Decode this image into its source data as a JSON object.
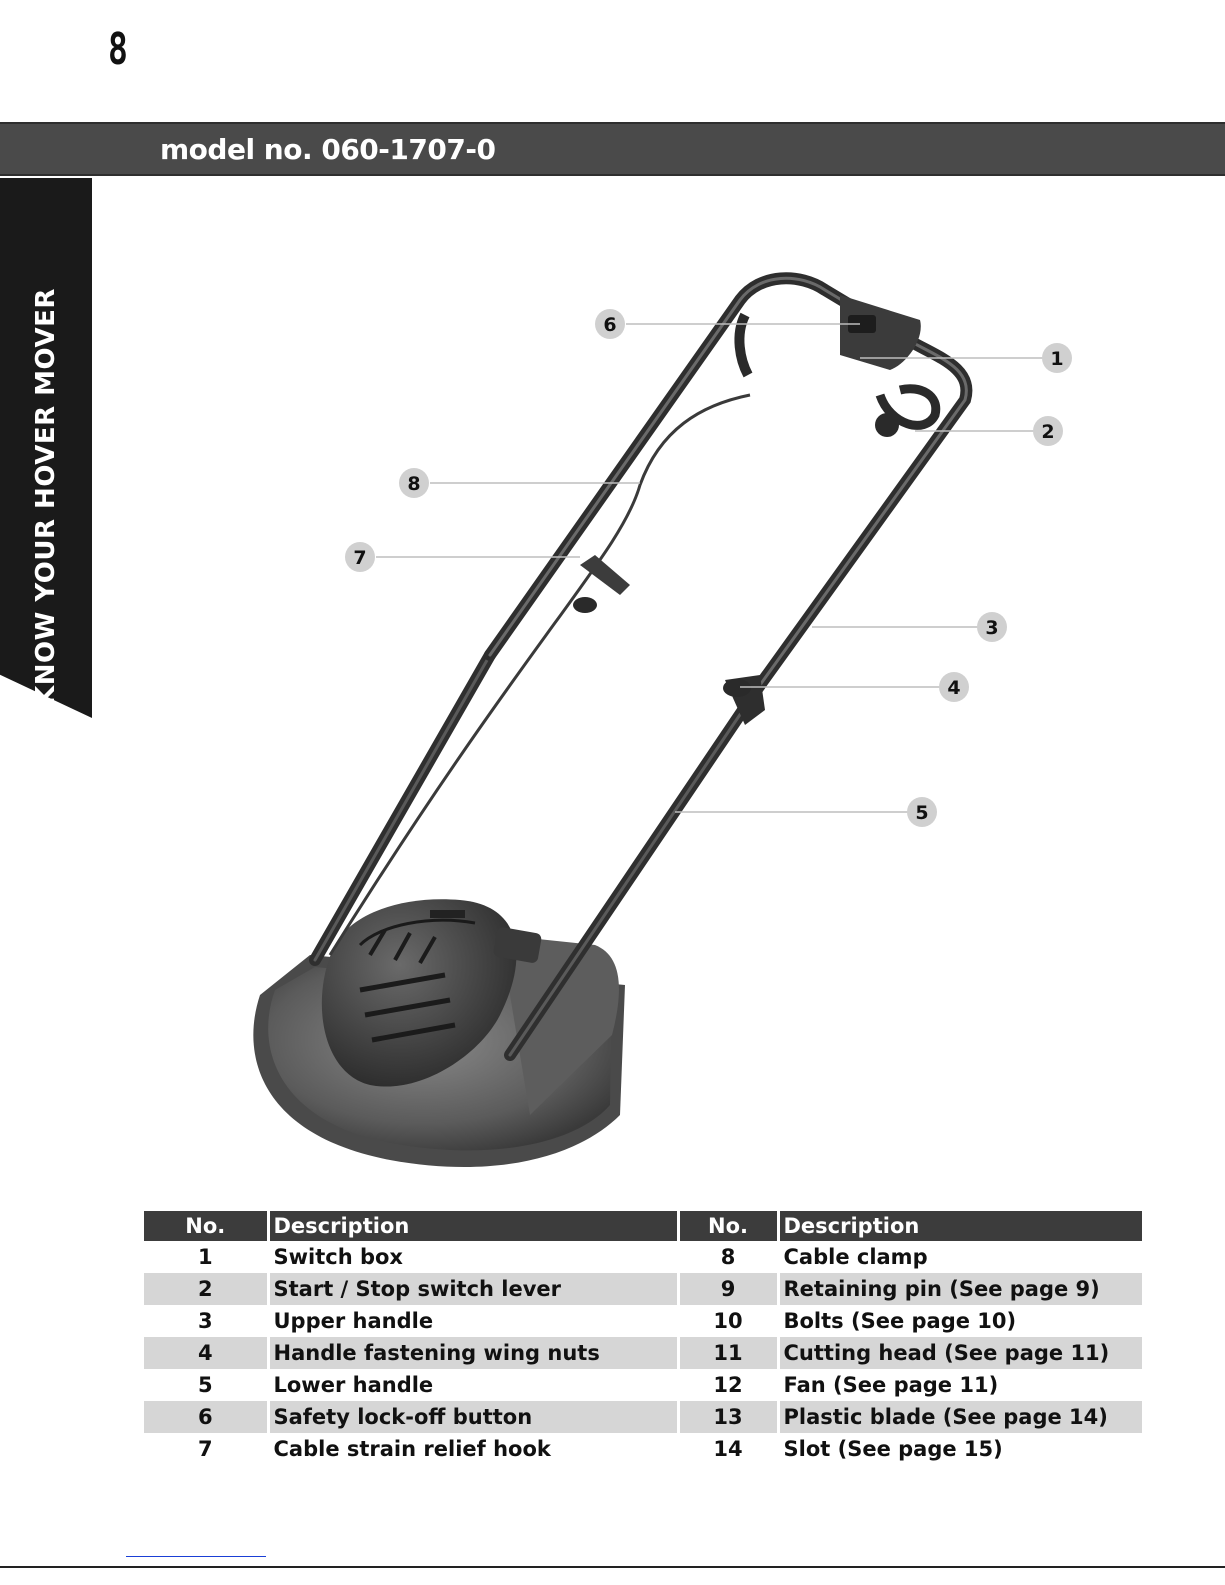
{
  "page": {
    "number": "8"
  },
  "header": {
    "model": "model no. 060-1707-0"
  },
  "side_tab": {
    "label": "KNOW YOUR HOVER MOVER"
  },
  "callouts": [
    "1",
    "2",
    "3",
    "4",
    "5",
    "6",
    "7",
    "8"
  ],
  "table": {
    "headers": [
      "No.",
      "Description",
      "No.",
      "Description"
    ],
    "rows": [
      [
        "1",
        "Switch box",
        "8",
        "Cable clamp"
      ],
      [
        "2",
        "Start / Stop switch lever",
        "9",
        "Retaining pin (See page 9)"
      ],
      [
        "3",
        "Upper handle",
        "10",
        "Bolts (See page 10)"
      ],
      [
        "4",
        "Handle fastening wing nuts",
        "11",
        "Cutting head (See page 11)"
      ],
      [
        "5",
        "Lower handle",
        "12",
        "Fan (See page 11)"
      ],
      [
        "6",
        "Safety lock-off button",
        "13",
        "Plastic blade (See page 14)"
      ],
      [
        "7",
        "Cable strain relief hook",
        "14",
        "Slot (See page 15)"
      ]
    ]
  }
}
